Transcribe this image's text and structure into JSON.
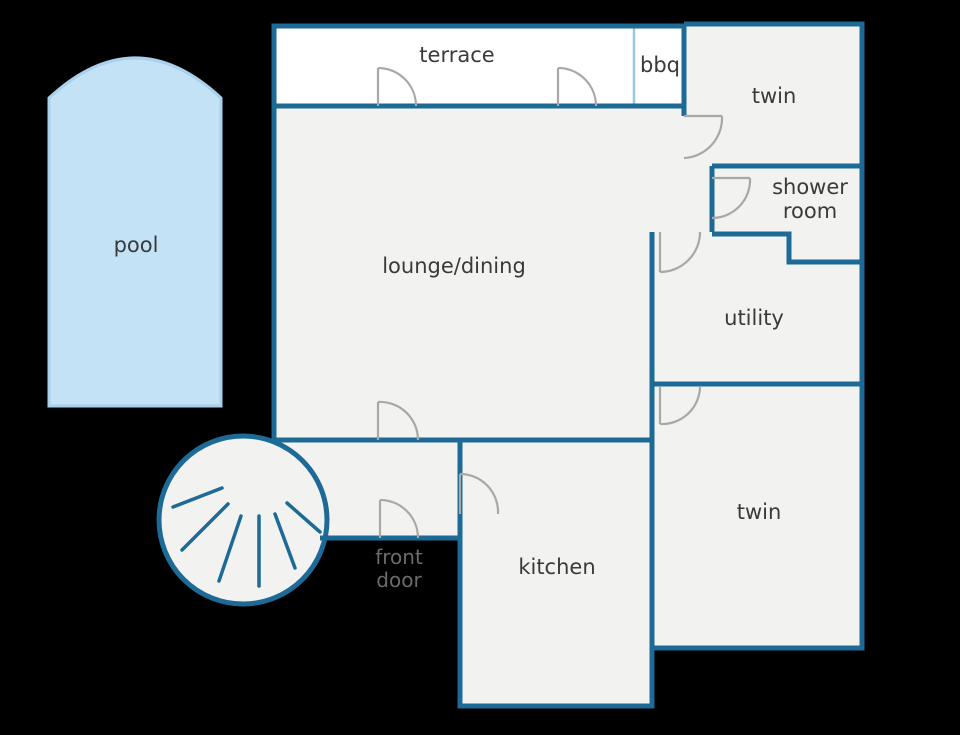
{
  "rooms": {
    "terrace": "terrace",
    "bbq": "bbq",
    "twin_top": "twin",
    "shower_line1": "shower",
    "shower_line2": "room",
    "lounge": "lounge/dining",
    "utility": "utility",
    "twin_bottom": "twin",
    "kitchen": "kitchen",
    "pool": "pool",
    "front_line1": "front",
    "front_line2": "door"
  },
  "colors": {
    "wall": "#1d6a97",
    "pool": "#c4e2f6",
    "floor": "#f2f2f1",
    "door_swing": "#a8a8a8",
    "background": "#000000"
  }
}
